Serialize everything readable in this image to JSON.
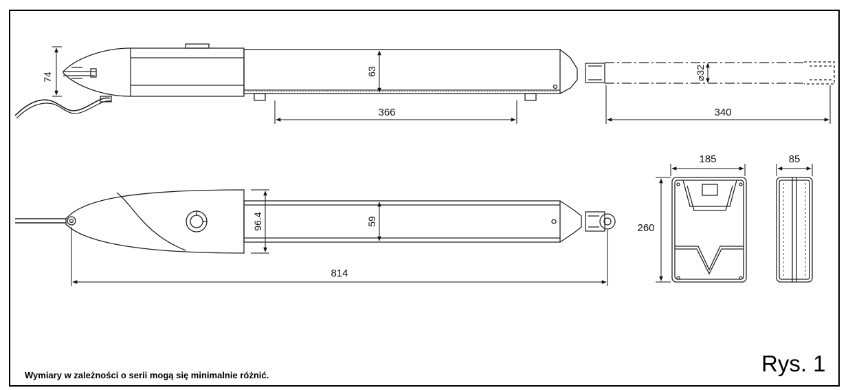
{
  "dimensions": {
    "top_height": "74",
    "top_tube_height": "63",
    "top_span": "366",
    "rod_diameter": "⌀32",
    "rod_length": "340",
    "side_height": "96.4",
    "side_tube_height": "59",
    "overall_length": "814",
    "box_width": "185",
    "box_height": "260",
    "box_depth": "85"
  },
  "note": "Wymiary w zależności o serii mogą się minimalnie różnić.",
  "figure_label": "Rys. 1"
}
